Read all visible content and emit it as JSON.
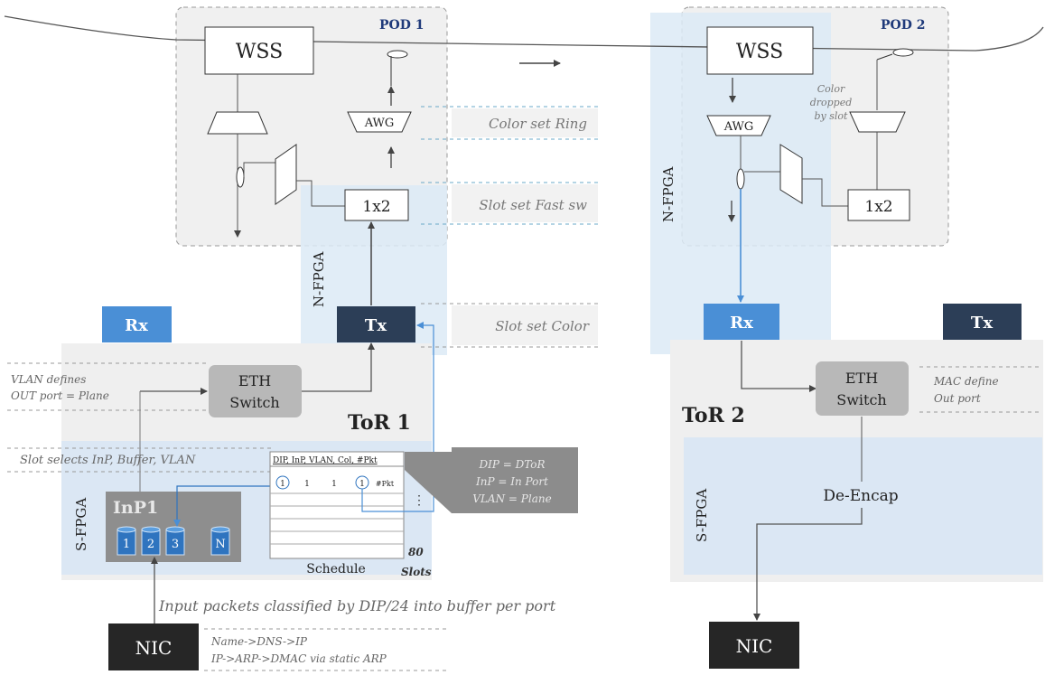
{
  "pods": [
    {
      "label": "POD 1",
      "wss": "WSS",
      "awg": "AWG",
      "switch": "1x2"
    },
    {
      "label": "POD 2",
      "wss": "WSS",
      "awg": "AWG",
      "switch": "1x2",
      "note": [
        "Color",
        "dropped",
        "by slot"
      ]
    }
  ],
  "fpga": {
    "n_left": "N-FPGA",
    "n_right": "N-FPGA",
    "s_left": "S-FPGA",
    "s_right": "S-FPGA"
  },
  "annotations": {
    "color_set_ring": "Color set Ring",
    "slot_set_fast": "Slot set  Fast sw",
    "slot_set_color": "Slot set Color",
    "vlan_defines": [
      "VLAN defines",
      "OUT port = Plane"
    ],
    "slot_selects": "Slot selects InP, Buffer, VLAN",
    "mac_define": [
      "MAC define",
      "Out port"
    ],
    "dip_notes": [
      "DIP = DToR",
      "InP = In Port",
      "VLAN = Plane"
    ],
    "input_packets": "Input packets classified by DIP/24 into buffer per port",
    "nic_notes": [
      "Name->DNS->IP",
      "IP->ARP->DMAC  via static ARP"
    ]
  },
  "tor1": {
    "label": "ToR 1",
    "rx": "Rx",
    "tx": "Tx",
    "eth": [
      "ETH",
      "Switch"
    ],
    "inp": "InP1",
    "buffers": [
      "1",
      "2",
      "3",
      "N"
    ],
    "schedule": {
      "header": "DIP, InP, VLAN, Col, #Pkt",
      "row": [
        "1",
        "1",
        "1",
        "1",
        "#Pkt"
      ],
      "first": "1",
      "dots": "⋮",
      "count": "80",
      "count_label": "Slots",
      "caption": "Schedule"
    },
    "nic": "NIC"
  },
  "tor2": {
    "label": "ToR 2",
    "rx": "Rx",
    "tx": "Tx",
    "eth": [
      "ETH",
      "Switch"
    ],
    "deencap": "De-Encap",
    "nic": "NIC"
  },
  "colors": {
    "dark_box": "#2c3e57",
    "light_blue": "#4a8fd6",
    "nfpga_fill": "#dceaf6",
    "sfpga_fill": "#dbe7f4",
    "pod_fill": "#f0f0f0",
    "eth_fill": "#b8b8b8"
  }
}
